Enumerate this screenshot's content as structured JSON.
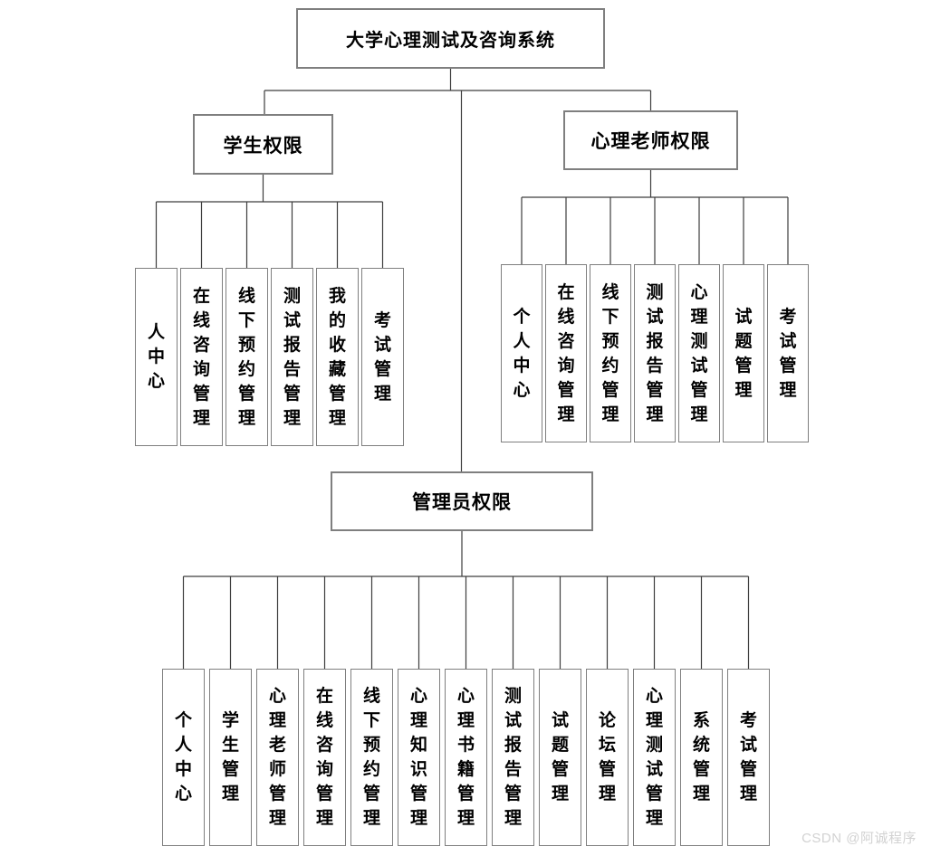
{
  "diagram": {
    "root": "大学心理测试及咨询系统",
    "branches": [
      {
        "label": "学生权限",
        "children": [
          "人中心",
          "在线咨询管理",
          "线下预约管理",
          "测试报告管理",
          "我的收藏管理",
          "考试管理"
        ]
      },
      {
        "label": "心理老师权限",
        "children": [
          "个人中心",
          "在线咨询管理",
          "线下预约管理",
          "测试报告管理",
          "心理测试管理",
          "试题管理",
          "考试管理"
        ]
      },
      {
        "label": "管理员权限",
        "children": [
          "个人中心",
          "学生管理",
          "心理老师管理",
          "在线咨询管理",
          "线下预约管理",
          "心理知识管理",
          "心理书籍管理",
          "测试报告管理",
          "试题管理",
          "论坛管理",
          "心理测试管理",
          "系统管理",
          "考试管理"
        ]
      }
    ],
    "colors": {
      "box_border": "#7f7f7f",
      "connector_line": "#3d3d3d",
      "text": "#000000",
      "watermark": "#d2d2d2",
      "background": "#ffffff"
    }
  },
  "watermark": "CSDN @阿诚程序"
}
